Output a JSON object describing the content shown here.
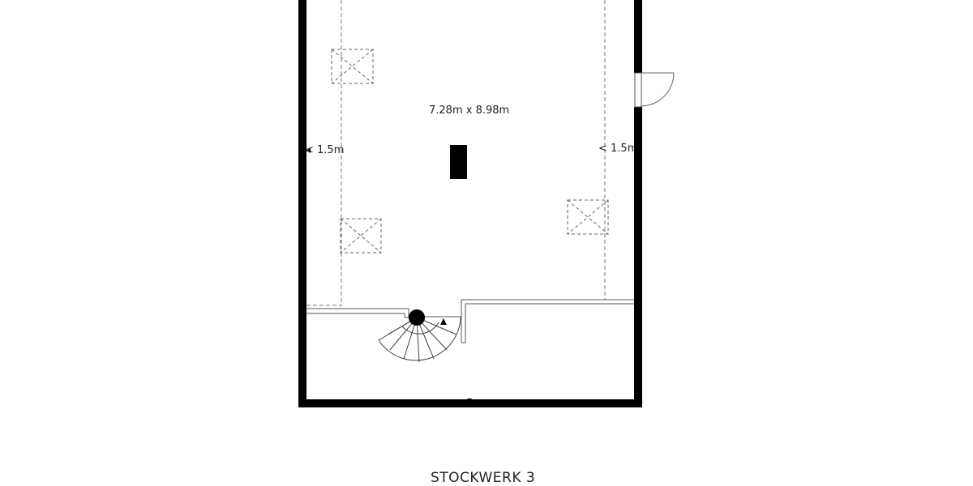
{
  "floor_plan": {
    "floor_title": "STOCKWERK 3",
    "room": {
      "dimensions": "7.28m x 8.98m"
    },
    "height_markers": {
      "left": "< 1.5m",
      "right": "< 1.5m"
    },
    "elements": [
      {
        "type": "skylight",
        "position": "upper-left"
      },
      {
        "type": "skylight",
        "position": "lower-left"
      },
      {
        "type": "skylight",
        "position": "lower-right"
      },
      {
        "type": "chimney",
        "position": "center"
      },
      {
        "type": "door",
        "position": "right-wall"
      },
      {
        "type": "spiral-staircase",
        "position": "bottom"
      }
    ],
    "colors": {
      "wall": "#000000",
      "background": "#ffffff",
      "line": "#555555"
    }
  }
}
